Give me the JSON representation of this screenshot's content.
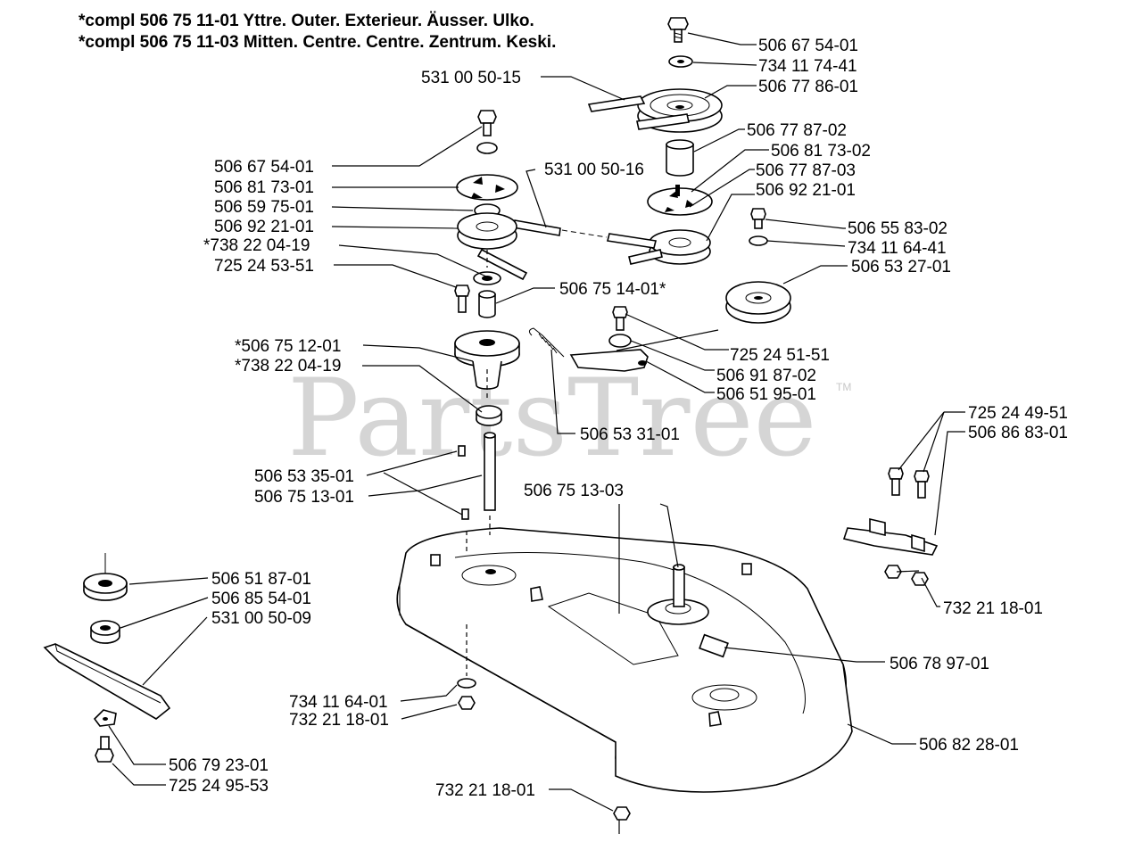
{
  "header": {
    "line1": "*compl 506 75 11-01  Yttre. Outer. Exterieur. Äusser. Ulko.",
    "line2": "*compl 506 75 11-03  Mitten. Centre. Centre. Zentrum. Keski."
  },
  "watermark": {
    "text": "PartsTree",
    "tm": "TM"
  },
  "labels": {
    "p506675401_top": "506 67 54-01",
    "p734117441": "734 11 74-41",
    "p531005015": "531 00 50-15",
    "p506778601": "506 77 86-01",
    "p506778702": "506 77 87-02",
    "p506817302": "506 81 73-02",
    "p506778703": "506 77 87-03",
    "p506922101_right": "506 92 21-01",
    "p506675401_left": "506 67 54-01",
    "p506817301": "506 81 73-01",
    "p506597501": "506 59 75-01",
    "p506922101_left": "506 92 21-01",
    "p738220419_a": "*738 22 04-19",
    "p725245351": "725 24 53-51",
    "p531005016": "531 00 50-16",
    "p506558302": "506 55 83-02",
    "p734116441_right": "734 11 64-41",
    "p506532701": "506 53 27-01",
    "p506751401": "506 75 14-01*",
    "p506751201": "*506 75 12-01",
    "p738220419_b": "*738 22 04-19",
    "p725245151": "725 24 51-51",
    "p506918702": "506 91 87-02",
    "p506519501": "506 51 95-01",
    "p506533101": "506 53 31-01",
    "p725244951": "725 24 49-51",
    "p506868301": "506 86 83-01",
    "p506533501": "506 53 35-01",
    "p506751301": "506 75 13-01",
    "p506751303": "506 75 13-03",
    "p506518701": "506 51 87-01",
    "p506855401": "506 85 54-01",
    "p531005009": "531 00 50-09",
    "p732211801_right": "732 21 18-01",
    "p506789701": "506 78 97-01",
    "p734116441_bottom": "734 11 64-01",
    "p732211801_mid": "732 21 18-01",
    "p506822801": "506 82 28-01",
    "p506792301": "506 79 23-01",
    "p725249553": "725 24 95-53",
    "p732211801_bottom": "732 21 18-01"
  }
}
